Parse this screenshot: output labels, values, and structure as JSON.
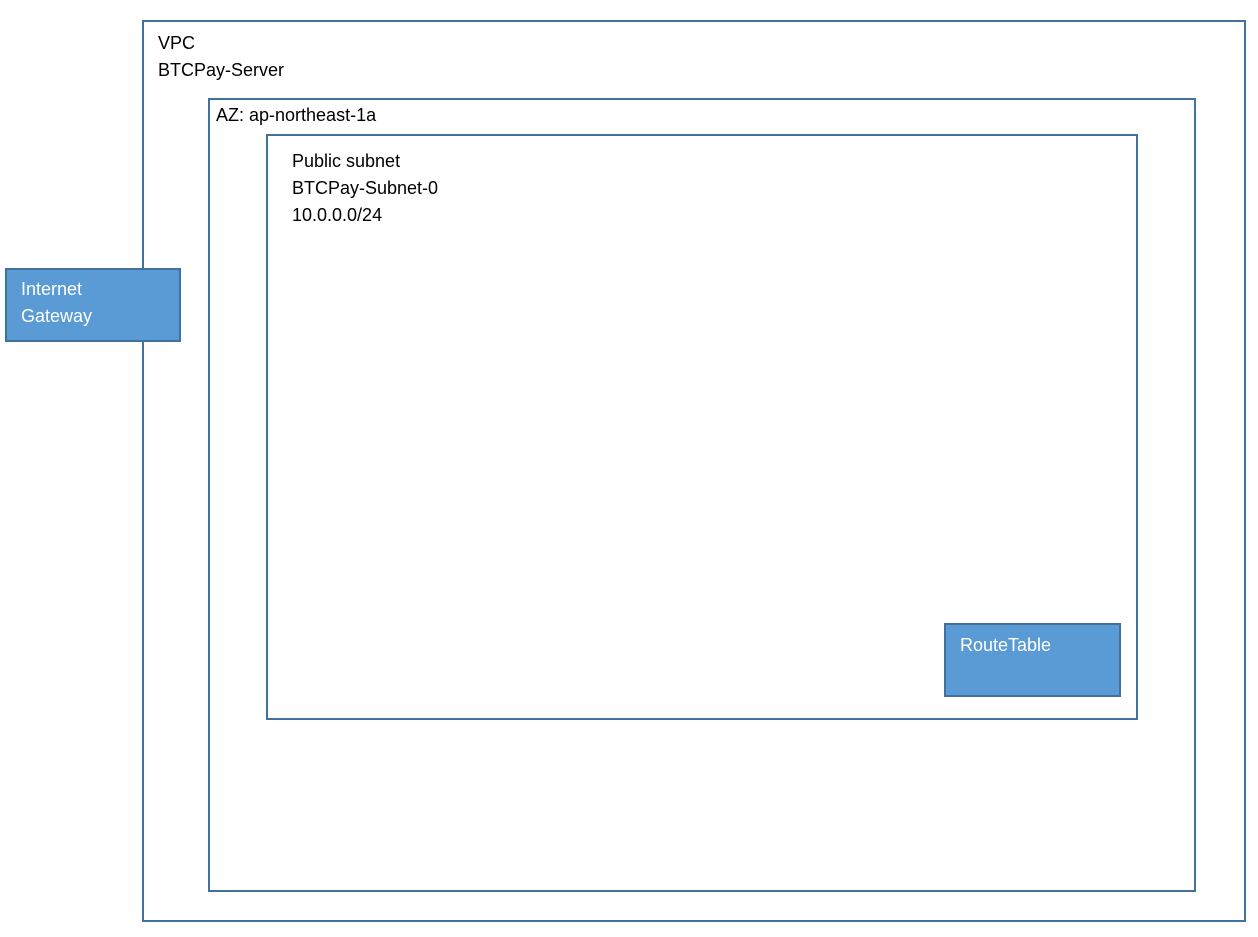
{
  "vpc": {
    "lines": [
      "VPC",
      "BTCPay-Server"
    ]
  },
  "availability_zone": {
    "label": "AZ: ap-northeast-1a"
  },
  "subnet": {
    "lines": [
      "Public subnet",
      "BTCPay-Subnet-0",
      "10.0.0.0/24"
    ]
  },
  "internet_gateway": {
    "lines": [
      "Internet",
      "Gateway"
    ]
  },
  "route_table": {
    "label": "RouteTable"
  },
  "colors": {
    "border": "#41719c",
    "fill": "#5b9bd5",
    "text_on_fill": "#ffffff"
  }
}
